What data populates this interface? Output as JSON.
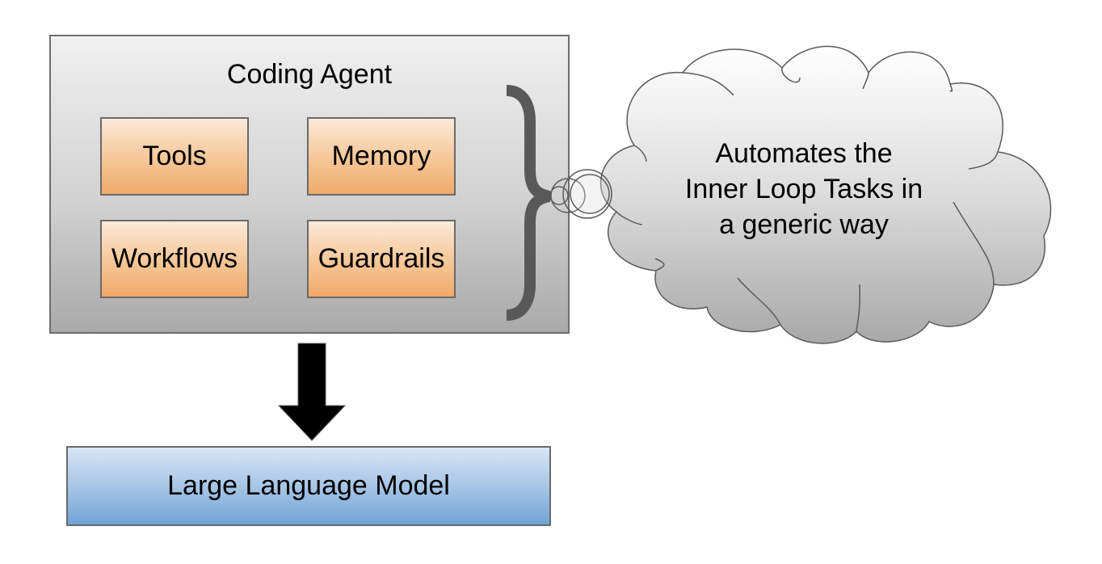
{
  "agent": {
    "title": "Coding Agent",
    "components": [
      {
        "id": "tools",
        "label": "Tools"
      },
      {
        "id": "memory",
        "label": "Memory"
      },
      {
        "id": "workflows",
        "label": "Workflows"
      },
      {
        "id": "guardrails",
        "label": "Guardrails"
      }
    ]
  },
  "thought": {
    "lines": [
      "Automates the",
      "Inner Loop Tasks in",
      "a generic way"
    ]
  },
  "arrow": {
    "direction": "down",
    "icon": "down-arrow-icon"
  },
  "model": {
    "label": "Large Language Model"
  },
  "colors": {
    "agent_gradient_top": "#f0f0f0",
    "agent_gradient_bottom": "#a9a9a9",
    "component_gradient_top": "#fde9d9",
    "component_gradient_bottom": "#f0aa69",
    "model_gradient_top": "#d6e6f6",
    "model_gradient_bottom": "#6fa4d6",
    "brace": "#595959",
    "arrow": "#000000"
  }
}
